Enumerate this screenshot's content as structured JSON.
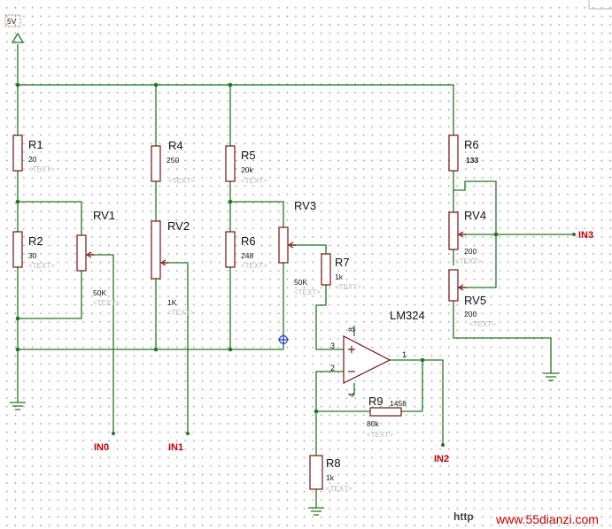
{
  "supply": {
    "label": "5V"
  },
  "components": {
    "R1": {
      "ref": "R1",
      "value": "20",
      "text": "<TEXT>"
    },
    "R2": {
      "ref": "R2",
      "value": "30",
      "text": "<TEXT>"
    },
    "RV1": {
      "ref": "RV1",
      "value": "50K",
      "text": "<TEXT>"
    },
    "R4": {
      "ref": "R4",
      "value": "250",
      "text": "<TEXT>"
    },
    "RV2": {
      "ref": "RV2",
      "value": "1K",
      "text": "<TEXT>"
    },
    "R5": {
      "ref": "R5",
      "value": "20k",
      "text": "<TEXT>"
    },
    "R6a": {
      "ref": "R6",
      "value": "248",
      "text": "<TEXT>"
    },
    "RV3": {
      "ref": "RV3",
      "value": "50K",
      "text": "<TEXT>"
    },
    "R7": {
      "ref": "R7",
      "value": "1k",
      "text": "<TEXT>"
    },
    "U1": {
      "ref": "LM324",
      "pin3": "3",
      "pin2": "2",
      "pin1": "1",
      "pin8": "8",
      "pin4": "4"
    },
    "R9": {
      "ref": "R9",
      "value": "80k",
      "text": "<TEXT>",
      "extra": "1458"
    },
    "R8": {
      "ref": "R8",
      "value": "1k",
      "text": "<TEXT>"
    },
    "R6b": {
      "ref": "R6",
      "value": "133"
    },
    "RV4": {
      "ref": "RV4",
      "value": "200",
      "text": "<TEXT>"
    },
    "RV5": {
      "ref": "RV5",
      "value": "200",
      "text": "<TEXT>"
    }
  },
  "nets": {
    "in0": "IN0",
    "in1": "IN1",
    "in2": "IN2",
    "in3": "IN3"
  },
  "watermark": {
    "prefix": "http",
    "site": "www.55dianzi.com"
  }
}
